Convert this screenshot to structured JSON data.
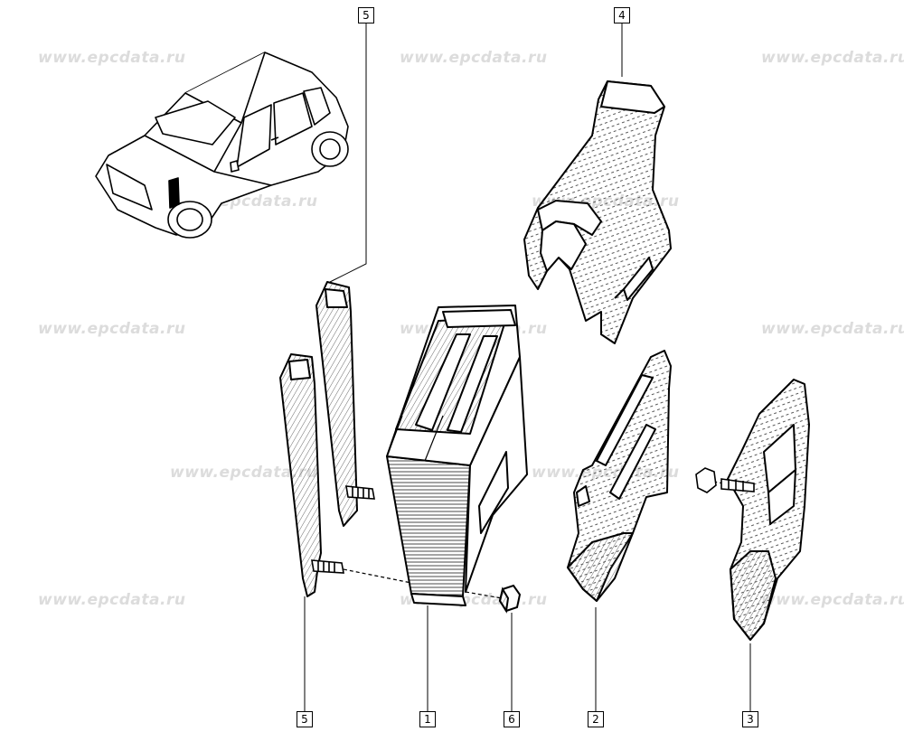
{
  "watermark": {
    "text": "www.epcdata.ru"
  },
  "callouts": {
    "part_1": "1",
    "part_2": "2",
    "part_3": "3",
    "part_4": "4",
    "part_5_top": "5",
    "part_5_bottom": "5",
    "part_6": "6"
  }
}
